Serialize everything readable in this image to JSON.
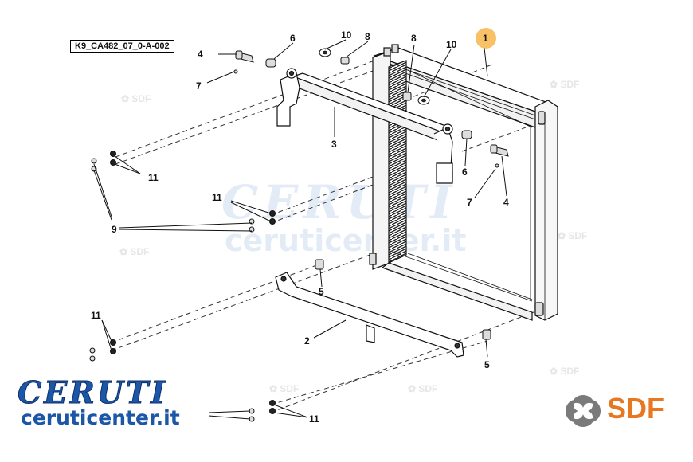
{
  "diagram": {
    "reference_code": "K9_CA482_07_0-A-002",
    "callouts": {
      "c1": "1",
      "c2": "2",
      "c3": "3",
      "c4a": "4",
      "c4b": "4",
      "c5a": "5",
      "c5b": "5",
      "c6a": "6",
      "c6b": "6",
      "c7a": "7",
      "c7b": "7",
      "c8a": "8",
      "c8b": "8",
      "c9": "9",
      "c10a": "10",
      "c10b": "10",
      "c11a": "11",
      "c11b": "11",
      "c11c": "11",
      "c11d": "11"
    },
    "highlight_color": "#f5a623"
  },
  "watermark": {
    "brand": "CERUTI",
    "url": "ceruticenter.it"
  },
  "branding": {
    "ceruti_logo": "CERUTI",
    "ceruti_url": "ceruticenter.it",
    "sdf_logo": "SDF",
    "sdf_color": "#e87722",
    "ceruti_color": "#1c56a7"
  }
}
